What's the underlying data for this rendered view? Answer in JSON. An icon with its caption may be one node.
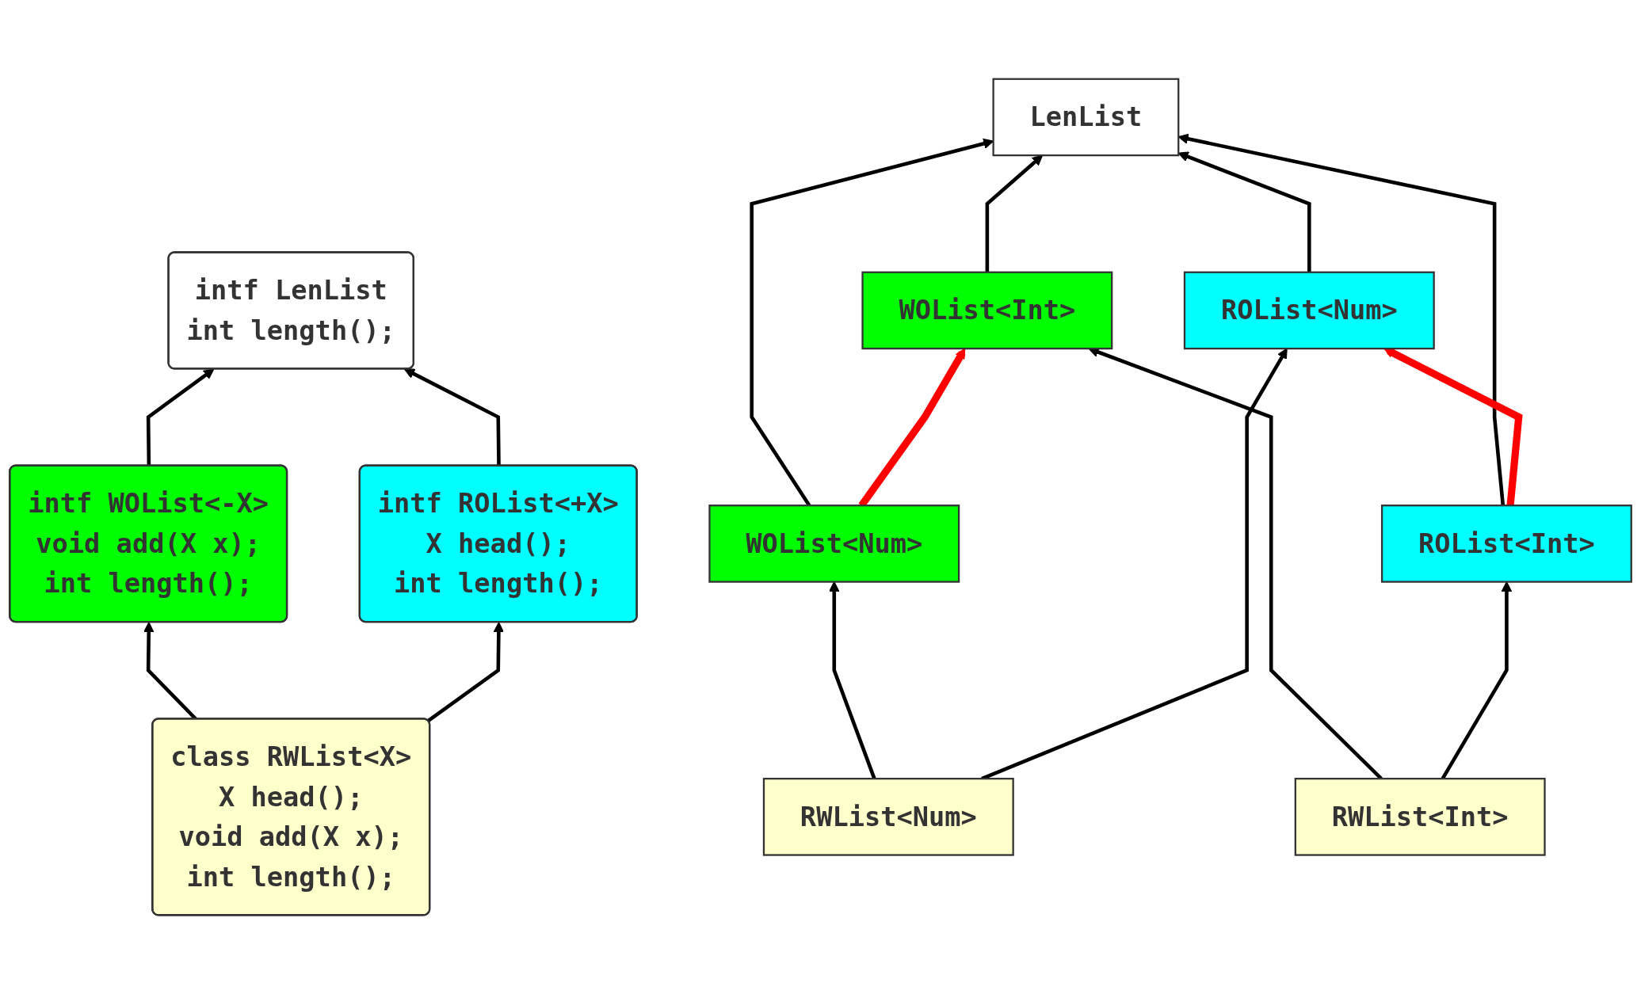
{
  "diagram": {
    "nodes": [
      {
        "text": [
          "intf LenList",
          "int length();"
        ]
      },
      {
        "text": [
          "intf WOList<-X>",
          "void add(X x);",
          "int length();"
        ]
      },
      {
        "text": [
          "intf ROList<+X>",
          "X head();",
          "int length();"
        ]
      },
      {
        "text": [
          "class RWList<X>",
          "X head();",
          "void add(X x);",
          "int length();"
        ]
      },
      {
        "text": [
          "LenList"
        ]
      },
      {
        "text": [
          "WOList<Num>"
        ]
      },
      {
        "text": [
          "ROList<Num>"
        ]
      },
      {
        "text": [
          "RWList<Num>"
        ]
      },
      {
        "text": [
          "WOList<Int>"
        ]
      },
      {
        "text": [
          "ROList<Int>"
        ]
      },
      {
        "text": [
          "RWList<Int>"
        ]
      }
    ],
    "edges": [
      {
        "from": 1,
        "to": 0,
        "arrow": "to"
      },
      {
        "from": 2,
        "to": 0,
        "arrow": "to"
      },
      {
        "from": 3,
        "to": 1,
        "arrow": "to"
      },
      {
        "from": 3,
        "to": 2,
        "arrow": "to"
      },
      {
        "from": 5,
        "to": 4,
        "arrow": "to"
      },
      {
        "from": 6,
        "to": 4,
        "arrow": "to"
      },
      {
        "from": 8,
        "to": 4,
        "arrow": "to"
      },
      {
        "from": 9,
        "to": 4,
        "arrow": "to"
      },
      {
        "from": 7,
        "to": 5,
        "arrow": "to"
      },
      {
        "from": 7,
        "to": 6,
        "arrow": "to"
      },
      {
        "from": 5,
        "to": 8,
        "arrow": "to",
        "style": "thick",
        "color": "#ff0000"
      },
      {
        "from": 9,
        "to": 6,
        "arrow": "to",
        "style": "thick",
        "color": "#ff0000"
      },
      {
        "from": 10,
        "to": 8,
        "arrow": "to"
      },
      {
        "from": 10,
        "to": 9,
        "arrow": "to"
      }
    ]
  }
}
